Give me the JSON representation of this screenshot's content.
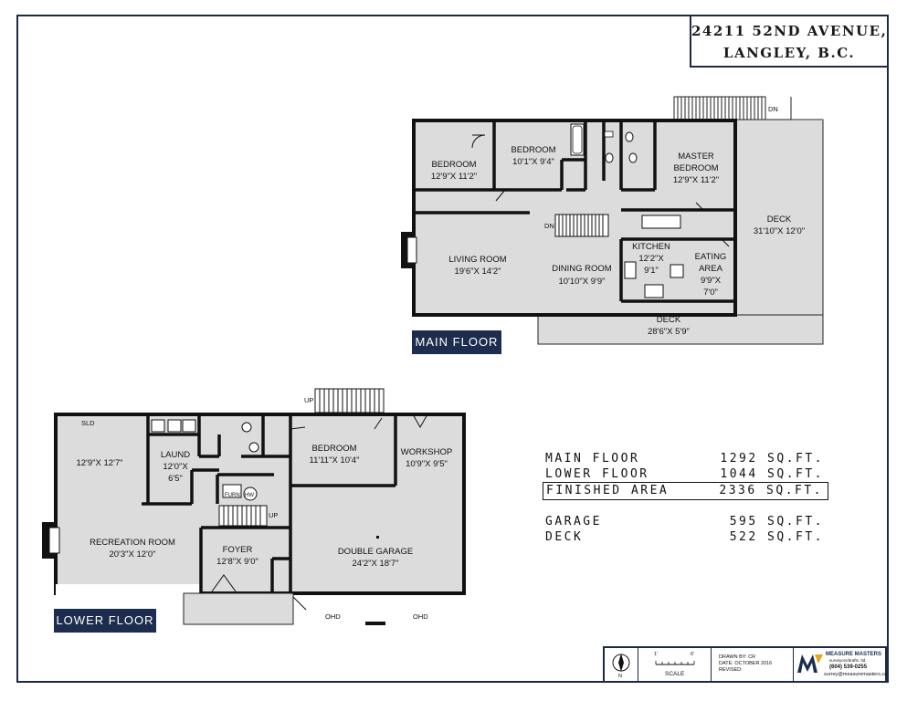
{
  "title": {
    "line1": "24211 52ND AVENUE,",
    "line2": "LANGLEY, B.C."
  },
  "floor_tags": {
    "main": "MAIN FLOOR",
    "lower": "LOWER FLOOR"
  },
  "main_floor": {
    "rooms": [
      {
        "name": "BEDROOM",
        "dims": "12'9\"X 11'2\""
      },
      {
        "name": "BEDROOM",
        "dims": "10'1\"X 9'4\""
      },
      {
        "name": "MASTER",
        "name2": "BEDROOM",
        "dims": "12'9\"X 11'2\""
      },
      {
        "name": "DECK",
        "dims": "31'10\"X 12'0\""
      },
      {
        "name": "LIVING ROOM",
        "dims": "19'6\"X 14'2\""
      },
      {
        "name": "DINING ROOM",
        "dims": "10'10\"X 9'9\""
      },
      {
        "name": "KITCHEN",
        "dims": "12'2\"X",
        "dims2": "9'1\""
      },
      {
        "name": "EATING",
        "name2": "AREA",
        "dims": "9'9\"X",
        "dims2": "7'0\""
      },
      {
        "name": "DECK",
        "dims": "28'6\"X 5'9\""
      }
    ],
    "marks": {
      "dn_top": "DN",
      "dn_stair": "DN"
    }
  },
  "lower_floor": {
    "rooms": [
      {
        "name": "",
        "dims": "12'9\"X 12'7\""
      },
      {
        "name": "LAUND",
        "dims": "12'0\"X",
        "dims2": "6'5\""
      },
      {
        "name": "BEDROOM",
        "dims": "11'11\"X 10'4\""
      },
      {
        "name": "WORKSHOP",
        "dims": "10'9\"X 9'5\""
      },
      {
        "name": "RECREATION ROOM",
        "dims": "20'3\"X 12'0\""
      },
      {
        "name": "FOYER",
        "dims": "12'8\"X 9'0\""
      },
      {
        "name": "DOUBLE GARAGE",
        "dims": "24'2\"X 18'7\""
      }
    ],
    "marks": {
      "sld": "SLD",
      "up_top": "UP",
      "up_stair": "UP",
      "furn": "FURN",
      "hw": "HW",
      "ohd1": "OHD",
      "ohd2": "OHD"
    }
  },
  "areas": [
    {
      "label": "MAIN FLOOR",
      "value": "1292 SQ.FT."
    },
    {
      "label": "LOWER FLOOR",
      "value": "1044 SQ.FT."
    },
    {
      "label": "FINISHED AREA",
      "value": "2336 SQ.FT."
    },
    {
      "label": "GARAGE",
      "value": "595 SQ.FT."
    },
    {
      "label": "DECK",
      "value": "522 SQ.FT."
    }
  ],
  "footer": {
    "north": "N",
    "scale_label": "SCALE",
    "scale_0": "1'",
    "scale_1": "6'",
    "drawn_by": "DRAWN BY: CR",
    "date": "DATE: OCTOBER 2016",
    "revised": "REVISED:",
    "company": "MEASURE MASTERS",
    "company_tag": "surveyors/drafts. ltd.",
    "phone": "(604) 539-0255",
    "email": "surrey@measuremasters.ca"
  },
  "colors": {
    "fill": "#dcdcdc",
    "wall": "#111111",
    "tag": "#1d2d4f",
    "frame": "#1c2a44"
  }
}
